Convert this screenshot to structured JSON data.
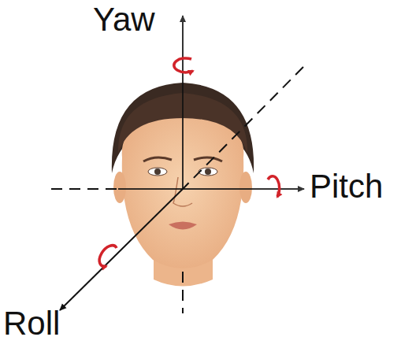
{
  "diagram": {
    "labels": [
      "Yaw",
      "Pitch",
      "Roll"
    ]
  }
}
